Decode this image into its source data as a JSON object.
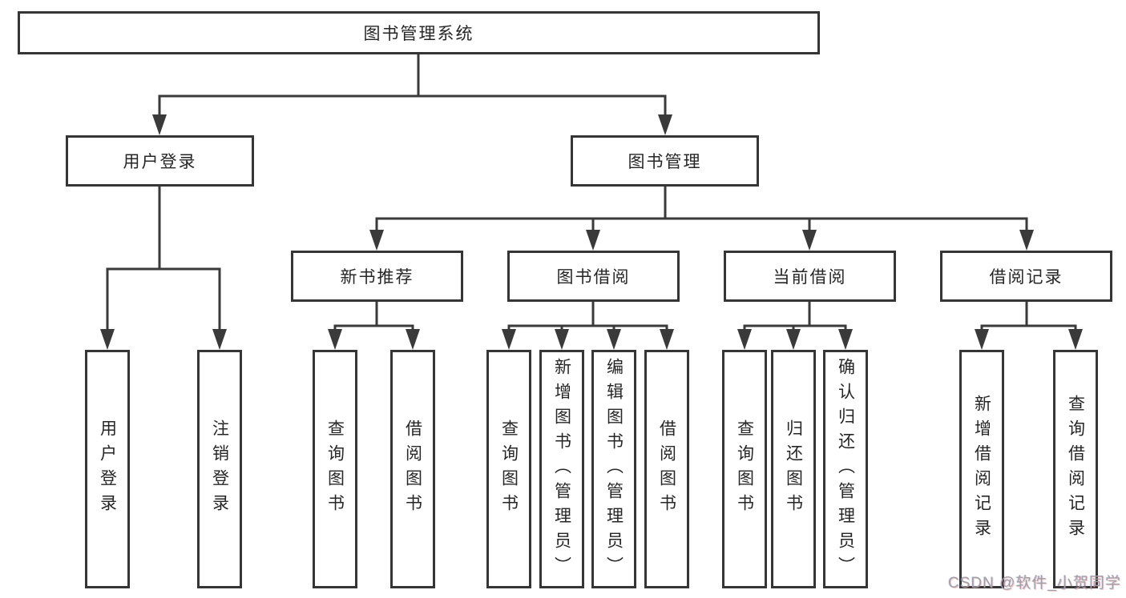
{
  "colors": {
    "line": "#3a3a3a",
    "box_border": "#353535",
    "text": "#262626",
    "background": "#ffffff",
    "watermark": "#a0a0a8"
  },
  "tree": {
    "root_label": "图书管理系统",
    "user_login": {
      "label": "用户登录",
      "children": [
        "用户登录",
        "注销登录"
      ]
    },
    "book_mgmt": {
      "label": "图书管理",
      "new_book": {
        "label": "新书推荐",
        "children": [
          "查询图书",
          "借阅图书"
        ]
      },
      "borrow": {
        "label": "图书借阅",
        "children": [
          "查询图书",
          "新增图书（管理员）",
          "编辑图书（管理员）",
          "借阅图书"
        ]
      },
      "current": {
        "label": "当前借阅",
        "children": [
          "查询图书",
          "归还图书",
          "确认归还（管理员）"
        ]
      },
      "records": {
        "label": "借阅记录",
        "children": [
          "新增借阅记录",
          "查询借阅记录"
        ]
      }
    }
  },
  "watermark": {
    "text": "CSDN @软件_小贺同学"
  }
}
